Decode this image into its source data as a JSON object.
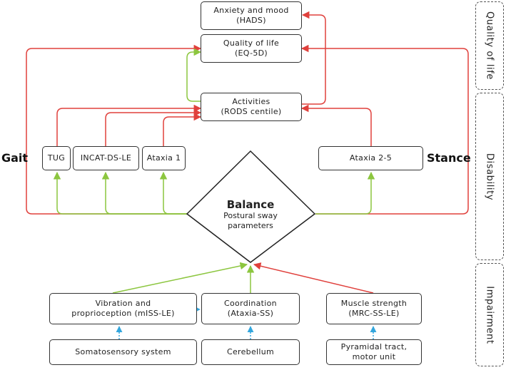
{
  "boxes": {
    "anxiety": {
      "line1": "Anxiety and mood",
      "line2": "(HADS)"
    },
    "qol": {
      "line1": "Quality of life",
      "line2": "(EQ-5D)"
    },
    "activities": {
      "line1": "Activities",
      "line2": "(RODS centile)"
    },
    "tug": {
      "line1": "TUG"
    },
    "incat": {
      "line1": "INCAT-DS-LE"
    },
    "ataxia1": {
      "line1": "Ataxia 1"
    },
    "ataxia25": {
      "line1": "Ataxia 2-5"
    },
    "vibration": {
      "line1": "Vibration and",
      "line2": "proprioception (mISS-LE)"
    },
    "coordination": {
      "line1": "Coordination",
      "line2": "(Ataxia-SS)"
    },
    "muscle": {
      "line1": "Muscle strength",
      "line2": "(MRC-SS-LE)"
    },
    "somato": {
      "line1": "Somatosensory system"
    },
    "cerebellum": {
      "line1": "Cerebellum"
    },
    "pyramidal": {
      "line1": "Pyramidal tract,",
      "line2": "motor unit"
    }
  },
  "balance": {
    "title": "Balance",
    "line1": "Postural sway",
    "line2": "parameters"
  },
  "labels": {
    "gait": "Gait",
    "stance": "Stance"
  },
  "side_labels": {
    "quality": "Quality of life",
    "disability": "Disability",
    "impairment": "Impairment"
  },
  "colors": {
    "red": "#e0403c",
    "green": "#8cc63f",
    "blue": "#33a6dd",
    "border": "#333333"
  }
}
